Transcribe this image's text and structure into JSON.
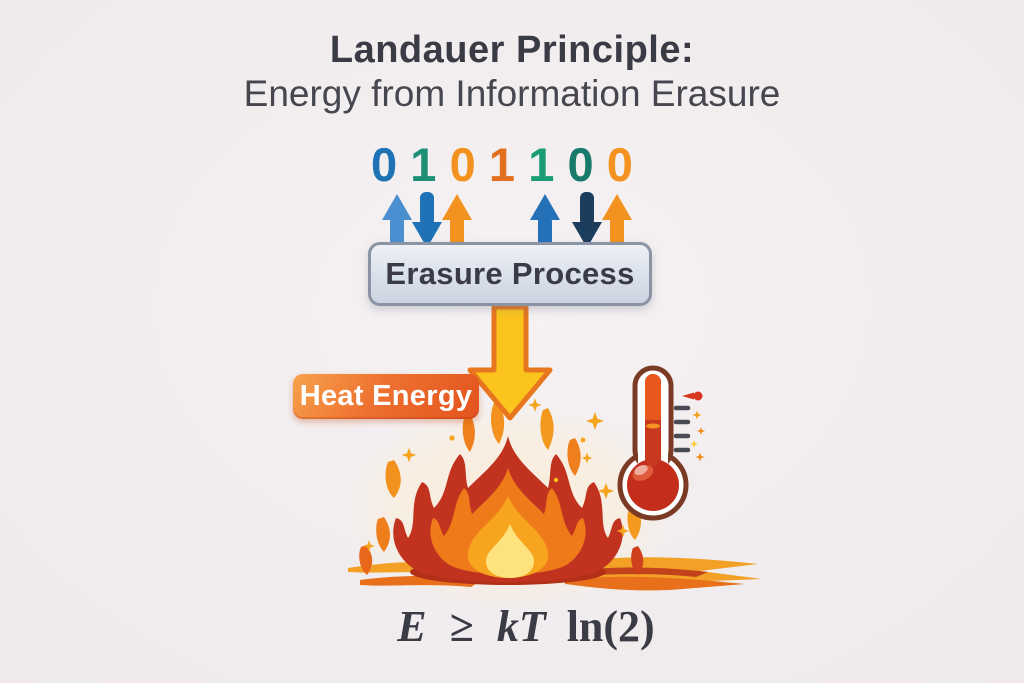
{
  "title": {
    "line1": "Landauer Principle:",
    "line2": "Energy from Information Erasure"
  },
  "binary": {
    "value": "0101100",
    "bits": [
      {
        "value": "0",
        "color": "#1f72b5"
      },
      {
        "value": "1",
        "color": "#1c8f74"
      },
      {
        "value": "0",
        "color": "#f3921e"
      },
      {
        "value": "1",
        "color": "#e2701f"
      },
      {
        "value": "1",
        "color": "#1a9d74"
      },
      {
        "value": "0",
        "color": "#177a6b"
      },
      {
        "value": "0",
        "color": "#f3921e"
      }
    ],
    "arrows": [
      {
        "direction": "up",
        "color": "#4a90d0"
      },
      {
        "direction": "down",
        "color": "#1f72b5"
      },
      {
        "direction": "up",
        "color": "#f3921e"
      },
      {
        "direction": "up",
        "color": "#2471b8"
      },
      {
        "direction": "down",
        "color": "#1c3d5e"
      },
      {
        "direction": "up",
        "color": "#f3921e"
      }
    ]
  },
  "process_box": {
    "label": "Erasure Process"
  },
  "heat_badge": {
    "label": "Heat Energy"
  },
  "formula": {
    "full": "E ≥ kT ln(2)",
    "lhs": "E",
    "relation": "≥",
    "coefficient": "kT",
    "log_term": "ln(2)"
  },
  "icons": {
    "flame": "flame-icon",
    "thermometer": "thermometer-icon",
    "down_arrow": "down-arrow-icon",
    "up_arrow": "up-arrow-icon",
    "sparkle": "sparkle-icon"
  },
  "palette": {
    "background": "#f1edef",
    "title_text": "#3b3b46",
    "box_border": "#8b94a4",
    "box_fill": "#dde3ec",
    "badge_gradient_start": "#f6a24c",
    "badge_gradient_end": "#e2531d",
    "down_arrow_fill": "#fbc51d",
    "down_arrow_stroke": "#e8761f",
    "flame_outer": "#c1331f",
    "flame_mid": "#ee7a1a",
    "flame_inner": "#f7a41f",
    "flame_core": "#fde27e",
    "thermometer_outline": "#7a3a24",
    "thermometer_fluid": "#c22d1c",
    "sparkle": "#f5a41f"
  }
}
